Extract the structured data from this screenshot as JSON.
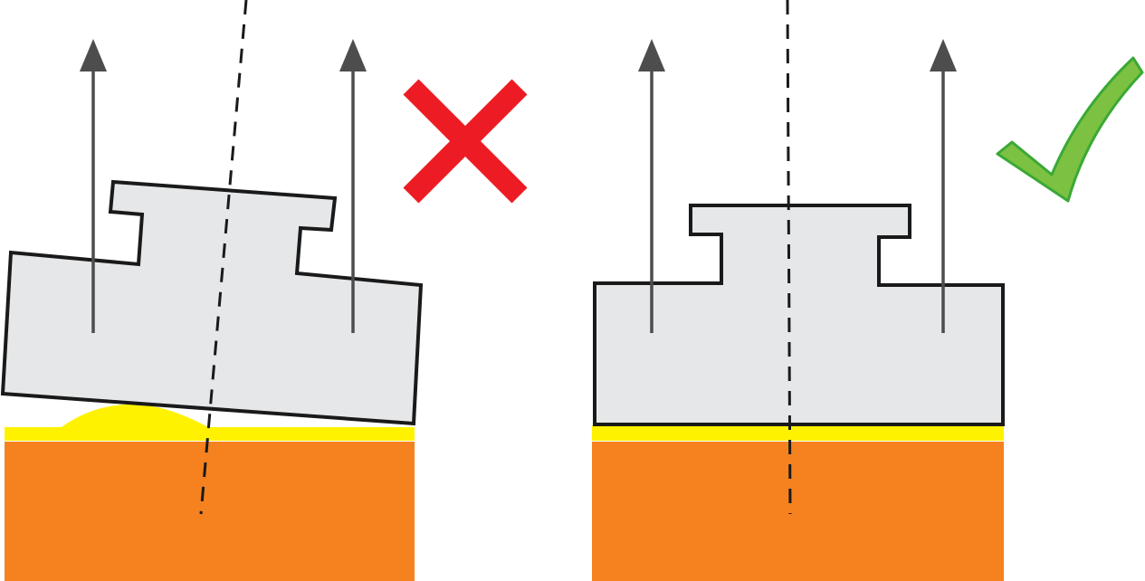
{
  "diagram": {
    "panels": [
      {
        "id": "incorrect",
        "verdict": "incorrect",
        "verdict_icon": "red-x-icon",
        "adhesive_layer": "uneven",
        "part_orientation": "tilted"
      },
      {
        "id": "correct",
        "verdict": "correct",
        "verdict_icon": "green-checkmark-icon",
        "adhesive_layer": "uniform",
        "part_orientation": "level"
      }
    ],
    "colors": {
      "substrate": "#f5821f",
      "adhesive": "#fff200",
      "part_fill": "#e6e7e8",
      "outline": "#1a1a1a",
      "arrow": "#4d4d4d",
      "wrong_mark": "#ed1c24",
      "right_mark": "#7cc142",
      "right_mark_edge": "#3aa935"
    }
  }
}
